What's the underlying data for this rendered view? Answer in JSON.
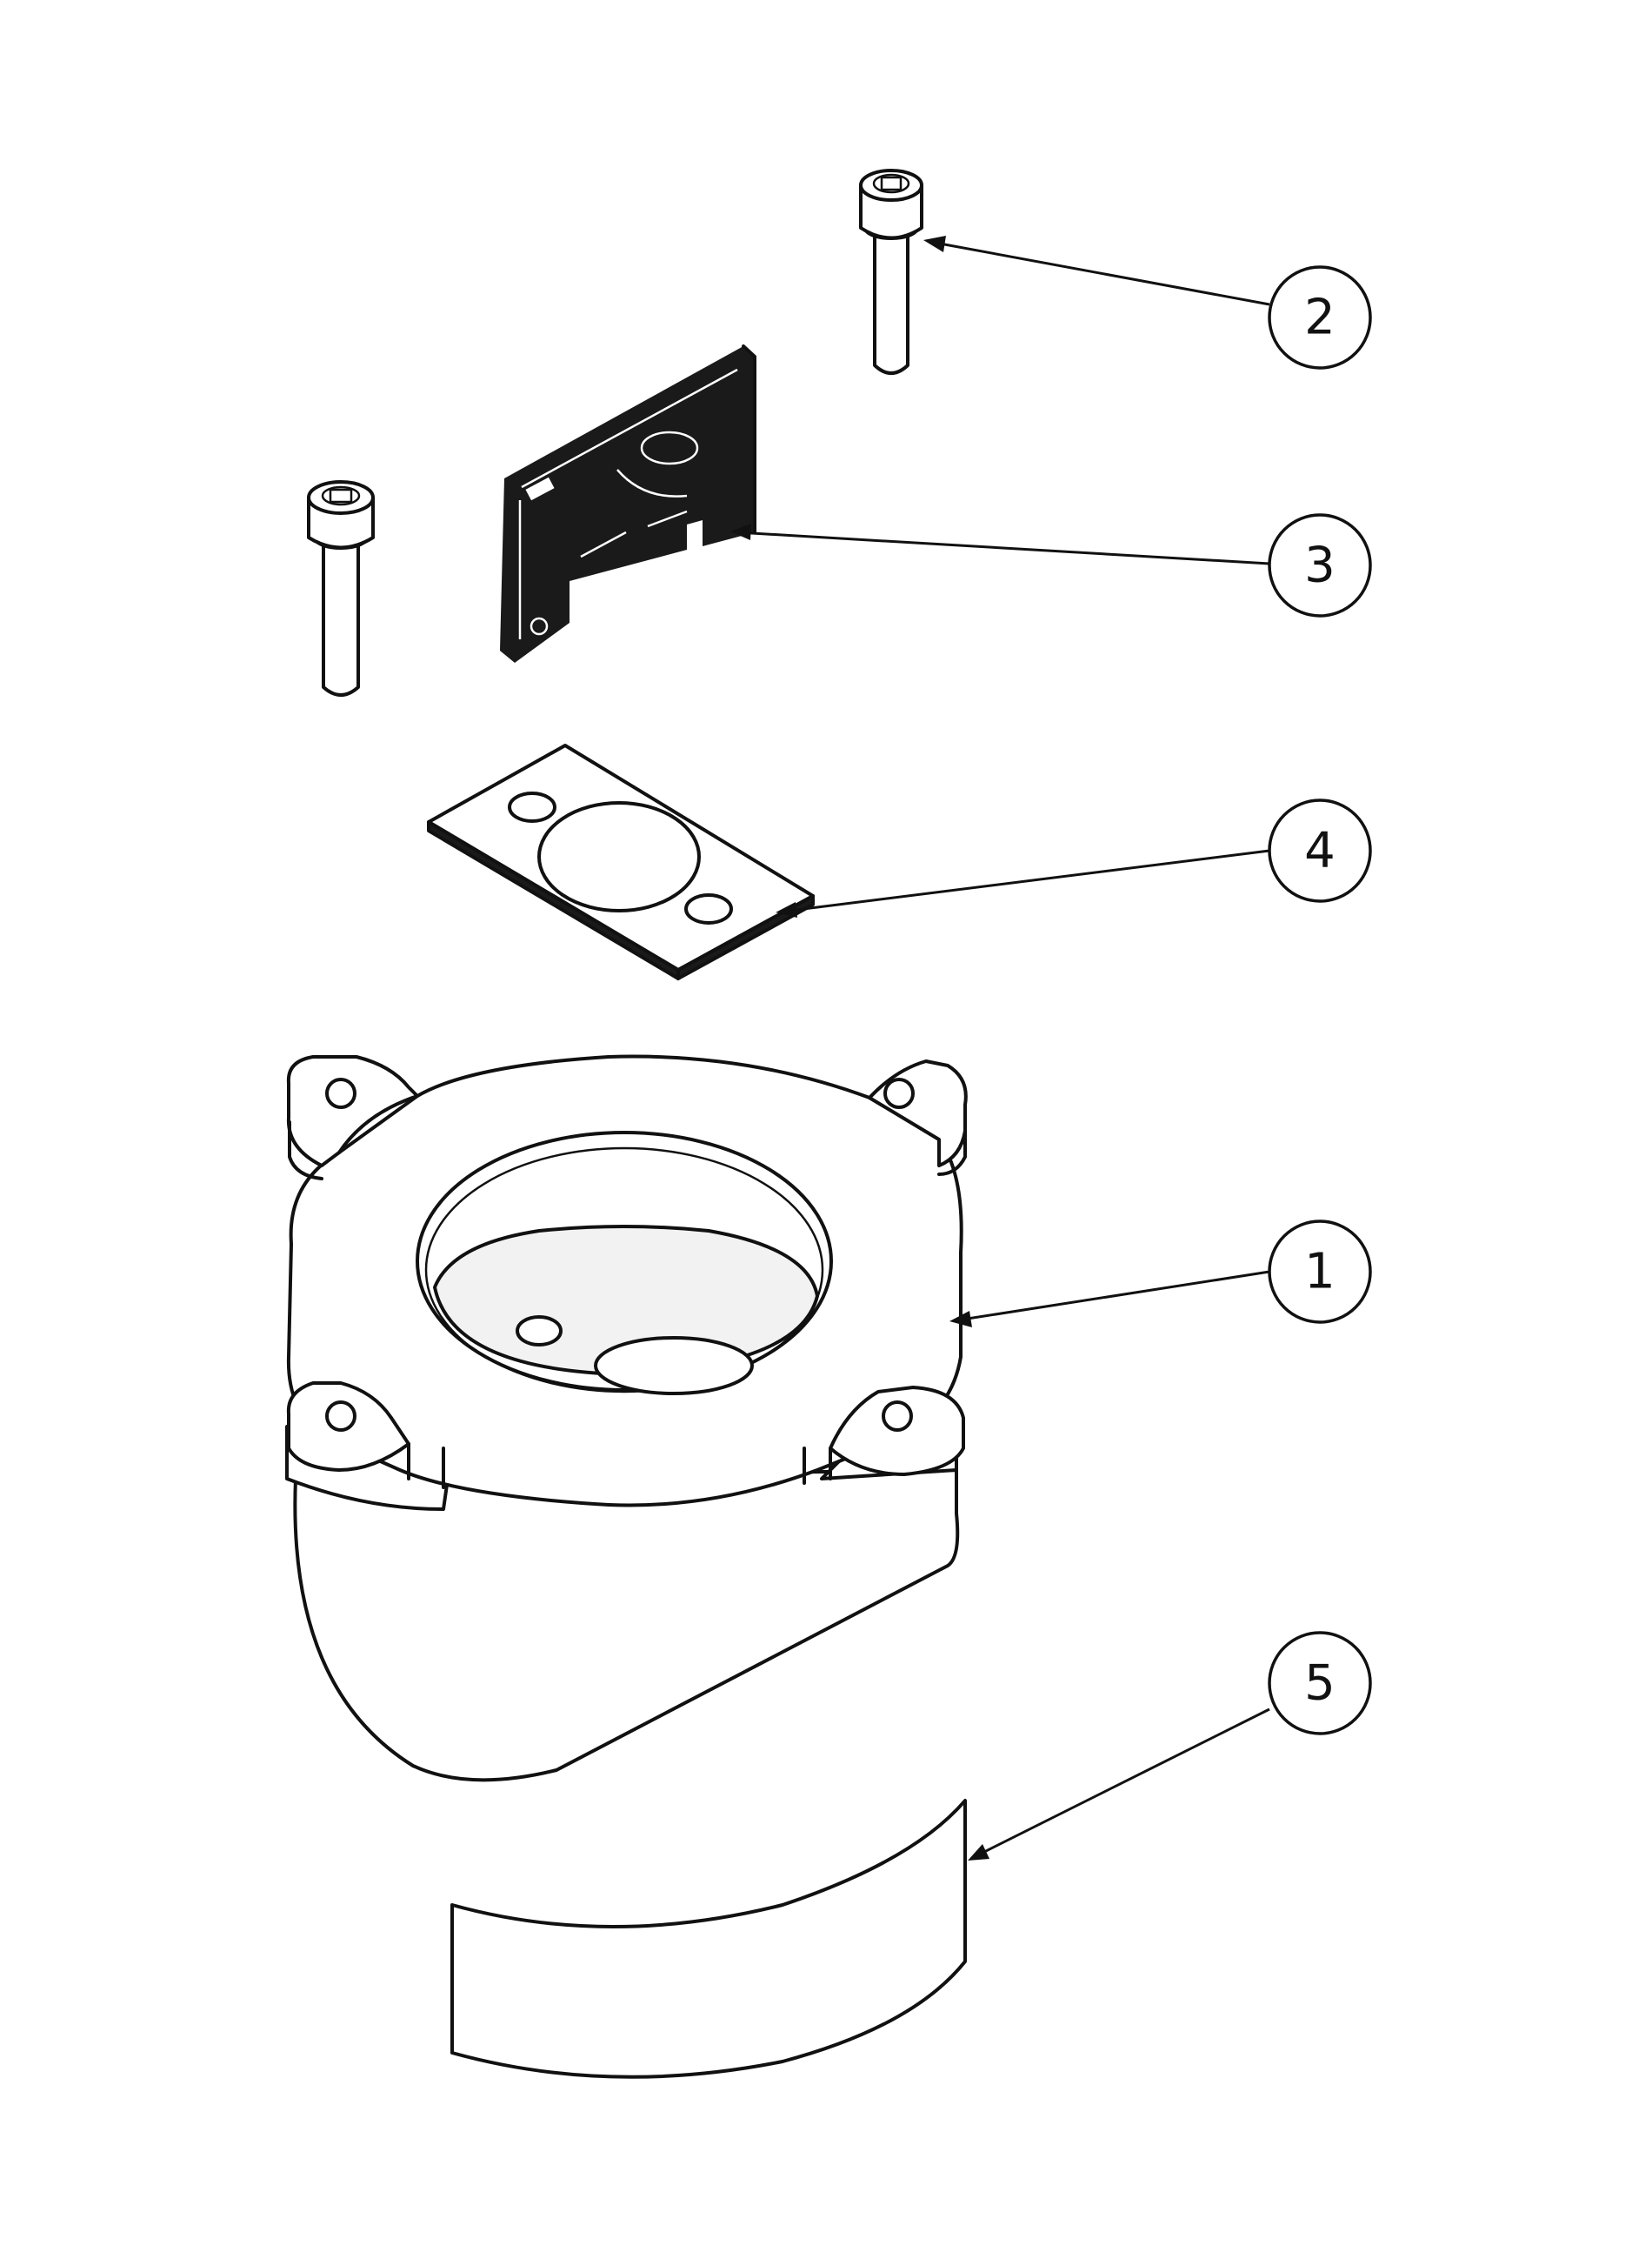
{
  "balloons": [
    {
      "id": "balloon-1",
      "label": "1"
    },
    {
      "id": "balloon-2",
      "label": "2"
    },
    {
      "id": "balloon-3",
      "label": "3"
    },
    {
      "id": "balloon-4",
      "label": "4"
    },
    {
      "id": "balloon-5",
      "label": "5"
    }
  ],
  "part_names": {
    "1": "housing-body",
    "2": "socket-head-cap-screw",
    "3": "circuit-board",
    "4": "gasket-plate",
    "5": "curved-label-strip"
  }
}
